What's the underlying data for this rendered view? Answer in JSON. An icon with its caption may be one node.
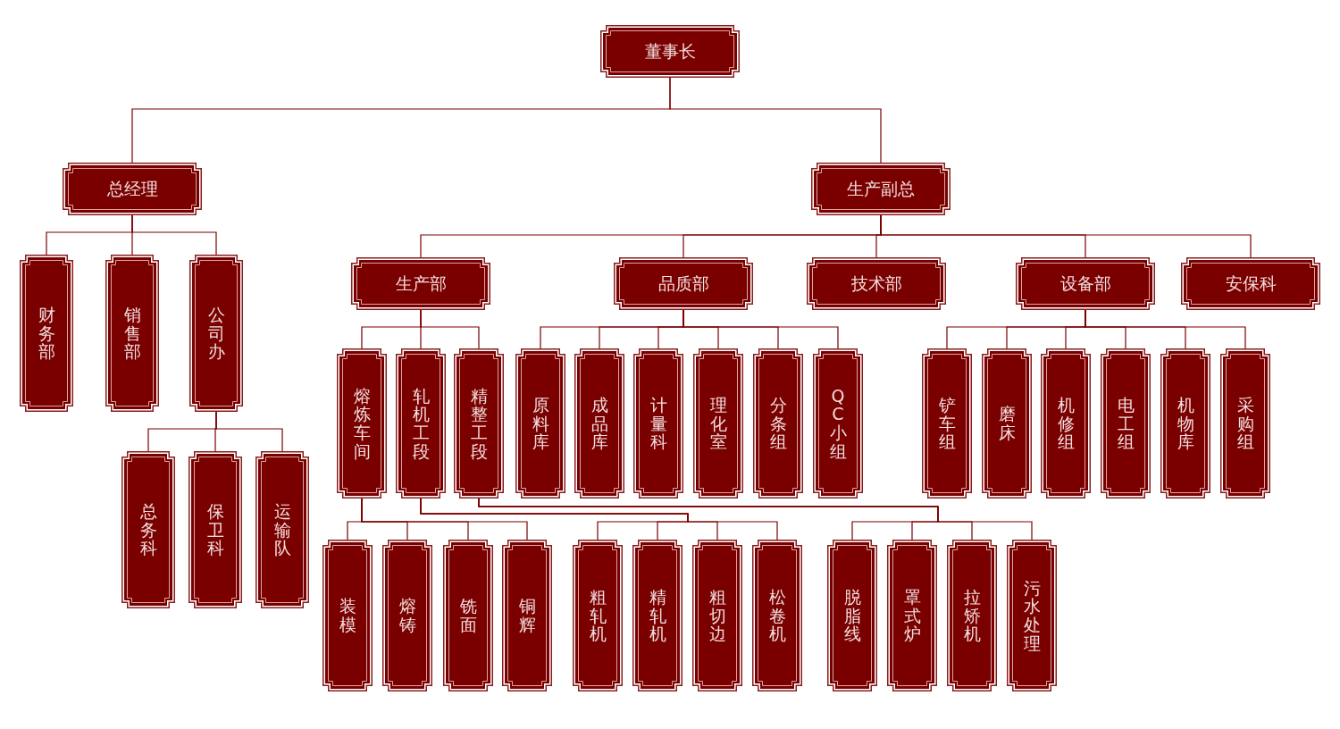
{
  "diagram": {
    "nodes": [
      {
        "text": [
          "董事长"
        ]
      },
      {
        "text": [
          "总经理"
        ]
      },
      {
        "text": [
          "生产副总"
        ]
      },
      {
        "text": [
          "财务部"
        ]
      },
      {
        "text": [
          "销售部"
        ]
      },
      {
        "text": [
          "公司办"
        ]
      },
      {
        "text": [
          "总务科"
        ]
      },
      {
        "text": [
          "保卫科"
        ]
      },
      {
        "text": [
          "运输队"
        ]
      },
      {
        "text": [
          "生产部"
        ]
      },
      {
        "text": [
          "品质部"
        ]
      },
      {
        "text": [
          "技术部"
        ]
      },
      {
        "text": [
          "设备部"
        ]
      },
      {
        "text": [
          "安保科"
        ]
      },
      {
        "text": [
          "熔炼车间"
        ]
      },
      {
        "text": [
          "轧机工段"
        ]
      },
      {
        "text": [
          "精整工段"
        ]
      },
      {
        "text": [
          "原料库"
        ]
      },
      {
        "text": [
          "成品库"
        ]
      },
      {
        "text": [
          "计量科"
        ]
      },
      {
        "text": [
          "理化室"
        ]
      },
      {
        "text": [
          "分条组"
        ]
      },
      {
        "text": [
          "QC小组"
        ]
      },
      {
        "text": [
          "铲车组"
        ]
      },
      {
        "text": [
          "磨床"
        ]
      },
      {
        "text": [
          "机修组"
        ]
      },
      {
        "text": [
          "电工组"
        ]
      },
      {
        "text": [
          "机物库"
        ]
      },
      {
        "text": [
          "采购组"
        ]
      },
      {
        "text": [
          "装模"
        ]
      },
      {
        "text": [
          "熔铸"
        ]
      },
      {
        "text": [
          "铣面"
        ]
      },
      {
        "text": [
          "铜辉"
        ]
      },
      {
        "text": [
          "粗轧机"
        ]
      },
      {
        "text": [
          "精轧机"
        ]
      },
      {
        "text": [
          "粗切边"
        ]
      },
      {
        "text": [
          "松卷机"
        ]
      },
      {
        "text": [
          "脱脂线"
        ]
      },
      {
        "text": [
          "罩式炉"
        ]
      },
      {
        "text": [
          "拉矫机"
        ]
      },
      {
        "text": [
          "污水处理"
        ]
      }
    ],
    "edges": [
      {
        "from": 0,
        "to": 1,
        "arrow": "none"
      },
      {
        "from": 0,
        "to": 2,
        "arrow": "none"
      },
      {
        "from": 1,
        "to": 3,
        "arrow": "none"
      },
      {
        "from": 1,
        "to": 4,
        "arrow": "none"
      },
      {
        "from": 1,
        "to": 5,
        "arrow": "none"
      },
      {
        "from": 5,
        "to": 6,
        "arrow": "none"
      },
      {
        "from": 5,
        "to": 7,
        "arrow": "none"
      },
      {
        "from": 5,
        "to": 8,
        "arrow": "none"
      },
      {
        "from": 2,
        "to": 9,
        "arrow": "none"
      },
      {
        "from": 2,
        "to": 10,
        "arrow": "none"
      },
      {
        "from": 2,
        "to": 11,
        "arrow": "none"
      },
      {
        "from": 2,
        "to": 12,
        "arrow": "none"
      },
      {
        "from": 2,
        "to": 13,
        "arrow": "none"
      },
      {
        "from": 9,
        "to": 14,
        "arrow": "none"
      },
      {
        "from": 9,
        "to": 15,
        "arrow": "none"
      },
      {
        "from": 9,
        "to": 16,
        "arrow": "none"
      },
      {
        "from": 10,
        "to": 17,
        "arrow": "none"
      },
      {
        "from": 10,
        "to": 18,
        "arrow": "none"
      },
      {
        "from": 10,
        "to": 19,
        "arrow": "none"
      },
      {
        "from": 10,
        "to": 20,
        "arrow": "none"
      },
      {
        "from": 10,
        "to": 21,
        "arrow": "none"
      },
      {
        "from": 10,
        "to": 22,
        "arrow": "none"
      },
      {
        "from": 12,
        "to": 23,
        "arrow": "none"
      },
      {
        "from": 12,
        "to": 24,
        "arrow": "none"
      },
      {
        "from": 12,
        "to": 25,
        "arrow": "none"
      },
      {
        "from": 12,
        "to": 26,
        "arrow": "none"
      },
      {
        "from": 12,
        "to": 27,
        "arrow": "none"
      },
      {
        "from": 12,
        "to": 28,
        "arrow": "none"
      },
      {
        "from": 14,
        "to": 29,
        "arrow": "none"
      },
      {
        "from": 14,
        "to": 30,
        "arrow": "none"
      },
      {
        "from": 14,
        "to": 31,
        "arrow": "none"
      },
      {
        "from": 14,
        "to": 32,
        "arrow": "none"
      },
      {
        "from": 15,
        "to": 33,
        "arrow": "none"
      },
      {
        "from": 15,
        "to": 34,
        "arrow": "none"
      },
      {
        "from": 15,
        "to": 35,
        "arrow": "none"
      },
      {
        "from": 15,
        "to": 36,
        "arrow": "none"
      },
      {
        "from": 16,
        "to": 37,
        "arrow": "none"
      },
      {
        "from": 16,
        "to": 38,
        "arrow": "none"
      },
      {
        "from": 16,
        "to": 39,
        "arrow": "none"
      },
      {
        "from": 16,
        "to": 40,
        "arrow": "none"
      }
    ]
  }
}
